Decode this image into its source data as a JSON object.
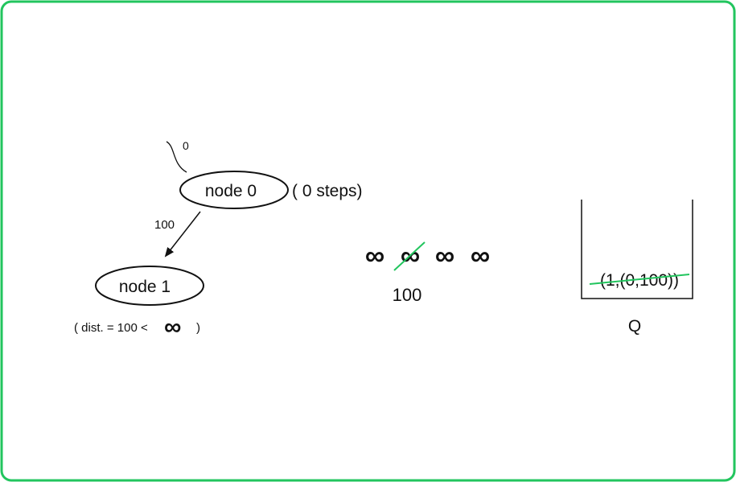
{
  "colors": {
    "frame_border": "#22c55e",
    "strike": "#22c55e",
    "ink": "#111111"
  },
  "graph": {
    "start_label": "0",
    "node0": {
      "label": "node 0",
      "note": "( 0 steps)"
    },
    "edge": {
      "weight_label": "100"
    },
    "node1": {
      "label": "node 1",
      "note_prefix": "( dist. = 100 <",
      "note_infinity": "∞",
      "note_suffix": ")"
    }
  },
  "dist_array": {
    "symbols": [
      "∞",
      "∞",
      "∞",
      "∞"
    ],
    "crossed_index": 1,
    "updated_value": "100"
  },
  "queue": {
    "label": "Q",
    "item": "(1,(0,100))",
    "item_struck": true
  }
}
